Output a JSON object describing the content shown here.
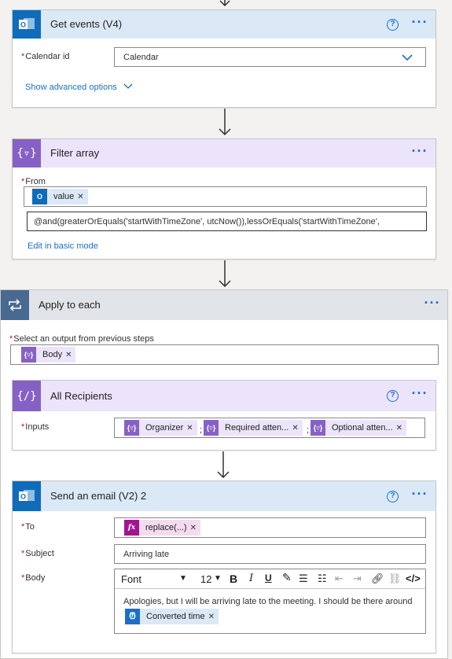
{
  "get_events": {
    "title": "Get events (V4)",
    "help_label": "?",
    "calendar_label": "Calendar id",
    "calendar_value": "Calendar",
    "advanced_link": "Show advanced options"
  },
  "filter_array": {
    "title": "Filter array",
    "from_label": "From",
    "from_token": "value",
    "expression": "@and(greaterOrEquals('startWithTimeZone', utcNow()),lessOrEquals('startWithTimeZone',",
    "edit_link": "Edit in basic mode"
  },
  "apply_each": {
    "title": "Apply to each",
    "select_label": "Select an output from previous steps",
    "token": "Body"
  },
  "all_recipients": {
    "title": "All Recipients",
    "help_label": "?",
    "inputs_label": "Inputs",
    "separator": ";",
    "tokens": [
      "Organizer",
      "Required atten...",
      "Optional atten..."
    ]
  },
  "send_email": {
    "title": "Send an email (V2) 2",
    "help_label": "?",
    "to_label": "To",
    "to_token": "replace(...)",
    "fx_label": "fx",
    "subject_label": "Subject",
    "subject_value": "Arriving late",
    "body_label": "Body",
    "font_label": "Font",
    "font_size": "12",
    "body_text": "Apologies, but I will be arriving late to the meeting.  I should be there around",
    "body_token": "Converted time"
  },
  "colors": {
    "accent": "#1a6fc9",
    "outlook_blue": "#0f6cbd",
    "action_purple": "#8661c5",
    "loop_slate": "#486991",
    "expression_magenta": "#a1168f"
  },
  "icons": {
    "outlook": "outlook-icon",
    "data_op": "data-operation-icon",
    "loop": "loop-icon",
    "more": "more-options-icon",
    "help": "help-icon"
  }
}
